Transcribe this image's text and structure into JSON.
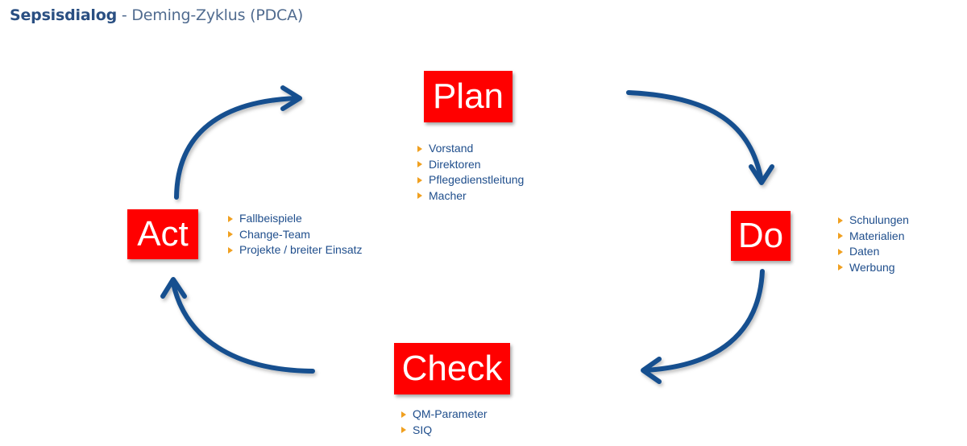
{
  "header": {
    "title_strong": "Sepsisdialog",
    "title_rest": " - Deming-Zyklus (PDCA)"
  },
  "colors": {
    "phase_box": "#ff0000",
    "arrow": "#15508f",
    "text": "#1f4e8c",
    "bullet": "#f0a020"
  },
  "phases": {
    "plan": {
      "label": "Plan",
      "items": [
        "Vorstand",
        "Direktoren",
        "Pflegedienstleitung",
        "Macher"
      ]
    },
    "do": {
      "label": "Do",
      "items": [
        "Schulungen",
        "Materialien",
        "Daten",
        "Werbung"
      ]
    },
    "check": {
      "label": "Check",
      "items": [
        "QM-Parameter",
        "SIQ"
      ]
    },
    "act": {
      "label": "Act",
      "items": [
        "Fallbeispiele",
        "Change-Team",
        "Projekte / breiter Einsatz"
      ]
    }
  }
}
